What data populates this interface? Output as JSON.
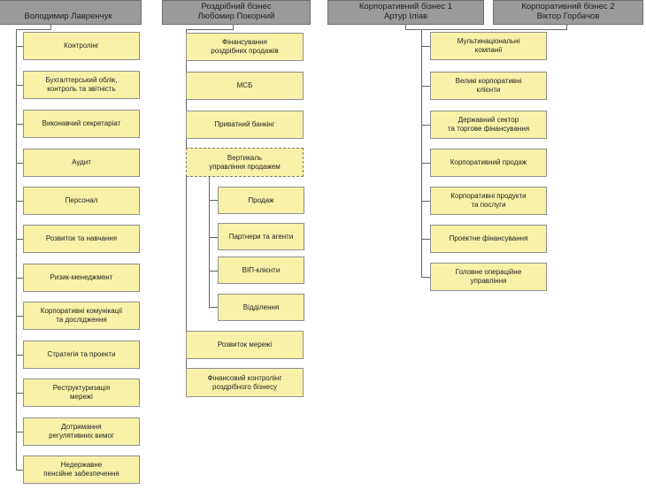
{
  "headers": [
    {
      "line1": "Володимир Лавренчук",
      "line2": ""
    },
    {
      "line1": "Роздрібний бізнес",
      "line2": "Любомир Покорний"
    },
    {
      "line1": "Корпоративний бізнес 1",
      "line2": "Артур Іліав"
    },
    {
      "line1": "Корпоративний бізнес 2",
      "line2": "Віктор Горбачов"
    }
  ],
  "col1": [
    {
      "l1": "Контролінг",
      "l2": ""
    },
    {
      "l1": "Бухгалтерський облік,",
      "l2": "контроль та звітність"
    },
    {
      "l1": "Виконавчий секретаріат",
      "l2": ""
    },
    {
      "l1": "Аудит",
      "l2": ""
    },
    {
      "l1": "Персонал",
      "l2": ""
    },
    {
      "l1": "Розвиток та навчання",
      "l2": ""
    },
    {
      "l1": "Ризик-менеджмент",
      "l2": ""
    },
    {
      "l1": "Корпоративні комунікації",
      "l2": "та дослідження"
    },
    {
      "l1": "Стратегія та проекти",
      "l2": ""
    },
    {
      "l1": "Реструктуризація",
      "l2": "мережі"
    },
    {
      "l1": "Дотримання",
      "l2": "регулятивних вимог"
    },
    {
      "l1": "Недержавне",
      "l2": "пенсійне забезпечення"
    }
  ],
  "col2": [
    {
      "l1": "Фінансування",
      "l2": "роздрібних продажів"
    },
    {
      "l1": "МСБ",
      "l2": ""
    },
    {
      "l1": "Приватний банкінг",
      "l2": ""
    },
    {
      "l1": "Вертикаль",
      "l2": "управління продажем"
    },
    {
      "l1": "Розвиток мережі",
      "l2": ""
    },
    {
      "l1": "Фінансовий контролінг",
      "l2": "роздрібного бізнесу"
    }
  ],
  "col2sub": [
    {
      "l1": "Продаж",
      "l2": ""
    },
    {
      "l1": "Партнери та агенти",
      "l2": ""
    },
    {
      "l1": "ВІП-клієнти",
      "l2": ""
    },
    {
      "l1": "Відділення",
      "l2": ""
    }
  ],
  "col3": [
    {
      "l1": "Мультинаціональні",
      "l2": "компанії"
    },
    {
      "l1": "Великі корпоративні",
      "l2": "клієнти"
    },
    {
      "l1": "Державний сектор",
      "l2": "та торгове фінансування"
    },
    {
      "l1": "Корпоративний продаж",
      "l2": ""
    },
    {
      "l1": "Корпоративні продукти",
      "l2": "та послуги"
    },
    {
      "l1": "Проектне фінансування",
      "l2": ""
    },
    {
      "l1": "Головне операційне",
      "l2": "управління"
    }
  ]
}
